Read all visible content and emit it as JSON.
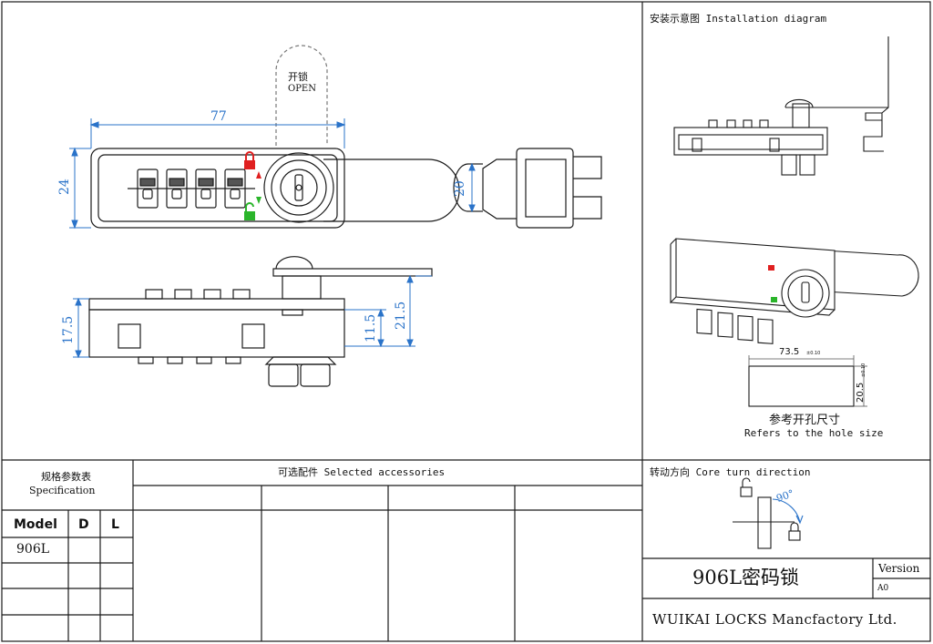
{
  "drawing": {
    "open_label_cn": "开锁",
    "open_label_en": "OPEN",
    "dimensions": {
      "overall_length": "77",
      "body_height": "24",
      "cam_width": "20",
      "body_depth": "17.5",
      "mount_depth": "11.5",
      "total_depth": "21.5"
    }
  },
  "installation": {
    "title": "安装示意图 Installation diagram",
    "hole_width": "73.5",
    "hole_width_tol": "±0.10",
    "hole_height": "20.5",
    "hole_height_tol": "±0.10",
    "hole_caption_cn": "参考开孔尺寸",
    "hole_caption_en": "Refers to the hole size"
  },
  "spec": {
    "title_cn": "规格参数表",
    "title_en": "Specification",
    "columns": [
      "Model",
      "D",
      "L"
    ],
    "rows": [
      [
        "906L",
        "",
        ""
      ],
      [
        "",
        "",
        ""
      ],
      [
        "",
        "",
        ""
      ],
      [
        "",
        "",
        ""
      ]
    ]
  },
  "accessories": {
    "title": "可选配件 Selected accessories"
  },
  "core_turn": {
    "title": "转动方向 Core turn direction",
    "angle": "90°"
  },
  "title_block": {
    "product": "906L密码锁",
    "version_label": "Version",
    "version_value": "A0",
    "company": "WUIKAI LOCKS Mancfactory Ltd."
  },
  "colors": {
    "line": "#1a1a1a",
    "dimension": "#2a73c9",
    "lock_red": "#e02020",
    "unlock_green": "#2bb52b"
  }
}
